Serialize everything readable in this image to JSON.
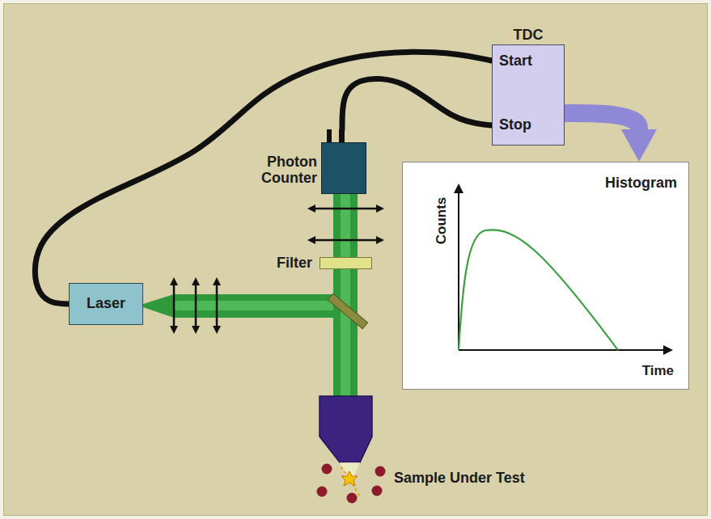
{
  "diagram": {
    "nodes": [
      {
        "text": [
          "TDC",
          "Start",
          "Stop"
        ]
      },
      {
        "text": [
          "Photon Counter"
        ]
      },
      {
        "text": [
          "Histogram",
          "Counts",
          "Time"
        ]
      },
      {
        "text": [
          "Filter"
        ]
      },
      {
        "text": [
          "Laser"
        ]
      }
    ],
    "edges": [
      {
        "from": 4,
        "to": 0,
        "arrow": "none"
      },
      {
        "from": 1,
        "to": 0,
        "arrow": "none"
      },
      {
        "from": 0,
        "to": 2,
        "arrow": "to"
      }
    ],
    "labels": [
      "Sample Under Test"
    ]
  }
}
